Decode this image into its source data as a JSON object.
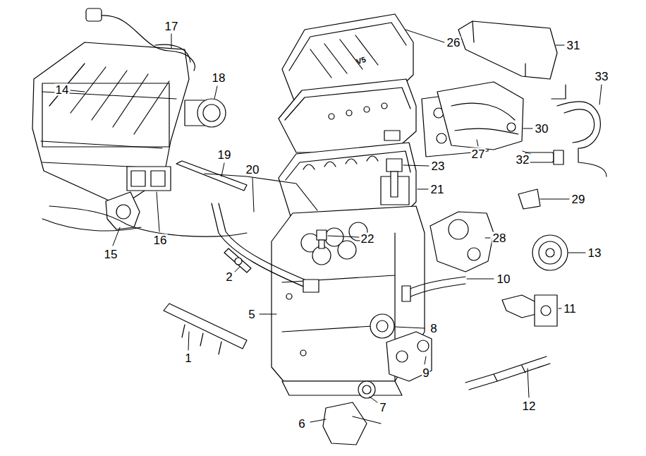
{
  "diagram": {
    "labels": [
      "1",
      "2",
      "5",
      "6",
      "7",
      "8",
      "9",
      "10",
      "11",
      "12",
      "13",
      "14",
      "15",
      "16",
      "17",
      "18",
      "19",
      "20",
      "21",
      "22",
      "23",
      "26",
      "27",
      "28",
      "29",
      "30",
      "31",
      "32",
      "33",
      "V5"
    ]
  }
}
